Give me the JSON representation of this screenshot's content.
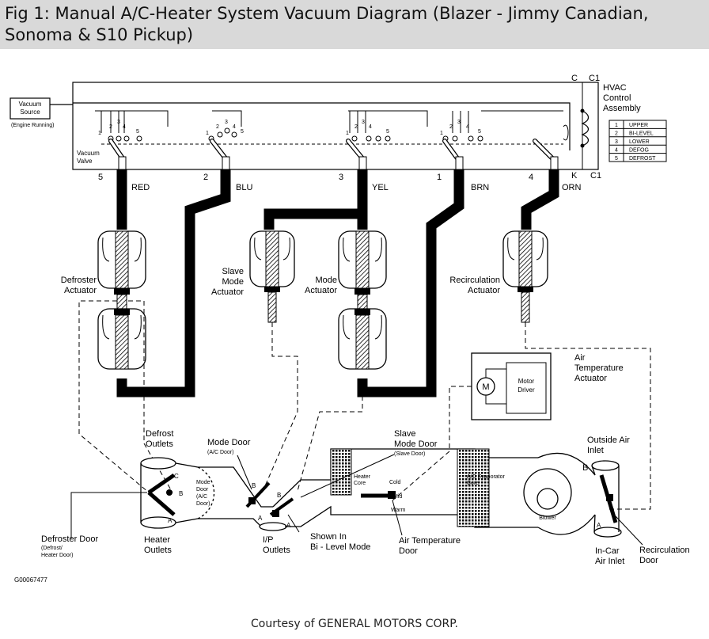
{
  "figure": {
    "title_line1": "Fig 1: Manual A/C-Heater System Vacuum Diagram (Blazer - Jimmy Canadian,",
    "title_line2": "Sonoma & S10 Pickup)",
    "courtesy": "Courtesy of GENERAL MOTORS CORP.",
    "figure_id": "G00067477"
  },
  "control": {
    "vacuum_source_l1": "Vacuum",
    "vacuum_source_l2": "Source",
    "engine_running": "(Engine Running)",
    "vacuum_valve_l1": "Vacuum",
    "vacuum_valve_l2": "Valve",
    "hvac_l1": "HVAC",
    "hvac_l2": "Control",
    "hvac_l3": "Assembly",
    "pin_c_top": "C",
    "pin_c1_top": "C1",
    "pin_k": "K",
    "pin_c1_bottom": "C1",
    "position_numbers": [
      "1",
      "2",
      "3",
      "4",
      "5"
    ]
  },
  "mode_table": [
    {
      "num": "1",
      "label": "UPPER"
    },
    {
      "num": "2",
      "label": "BI-LEVEL"
    },
    {
      "num": "3",
      "label": "LOWER"
    },
    {
      "num": "4",
      "label": "DEFOG"
    },
    {
      "num": "5",
      "label": "DEFROST"
    }
  ],
  "hoses": [
    {
      "port": "5",
      "color": "RED"
    },
    {
      "port": "2",
      "color": "BLU"
    },
    {
      "port": "3",
      "color": "YEL"
    },
    {
      "port": "1",
      "color": "BRN"
    },
    {
      "port": "4",
      "color": "ORN"
    }
  ],
  "actuators": {
    "defroster_l1": "Defroster",
    "defroster_l2": "Actuator",
    "slave_l1": "Slave",
    "slave_l2": "Mode",
    "slave_l3": "Actuator",
    "mode_l1": "Mode",
    "mode_l2": "Actuator",
    "recirc_l1": "Recirculation",
    "recirc_l2": "Actuator",
    "air_temp_l1": "Air",
    "air_temp_l2": "Temperature",
    "air_temp_l3": "Actuator",
    "motor_letter": "M",
    "motor_driver_l1": "Motor",
    "motor_driver_l2": "Driver"
  },
  "ducts": {
    "defrost_outlets_l1": "Defrost",
    "defrost_outlets_l2": "Outlets",
    "mode_door_l1": "Mode Door",
    "mode_door_l2": "(A/C Door)",
    "inner_mode_door_l1": "Mode",
    "inner_mode_door_l2": "Door",
    "inner_mode_door_l3": "(A/C",
    "inner_mode_door_l4": "Door)",
    "slave_mode_door_l1": "Slave",
    "slave_mode_door_l2": "Mode Door",
    "slave_mode_door_l3": "(Slave Door)",
    "heater_core_l1": "Heater",
    "heater_core_l2": "Core",
    "cold": "Cold",
    "mid": "Mid",
    "warm": "Warm",
    "evaporator_l1": "A/C Evaporator",
    "evaporator_l2": "Core",
    "blower": "Blower",
    "outside_air_l1": "Outside Air",
    "outside_air_l2": "Inlet",
    "defroster_door_l1": "Defroster Door",
    "defroster_door_l2": "(Defrost/",
    "defroster_door_l3": "Heater Door)",
    "heater_outlets_l1": "Heater",
    "heater_outlets_l2": "Outlets",
    "ip_outlets_l1": "I/P",
    "ip_outlets_l2": "Outlets",
    "shown_in_l1": "Shown In",
    "shown_in_l2": "Bi - Level Mode",
    "air_temp_door_l1": "Air Temperature",
    "air_temp_door_l2": "Door",
    "incar_l1": "In-Car",
    "incar_l2": "Air Inlet",
    "recirc_door_l1": "Recirculation",
    "recirc_door_l2": "Door",
    "letter_a": "A",
    "letter_b": "B",
    "letter_c": "C"
  }
}
